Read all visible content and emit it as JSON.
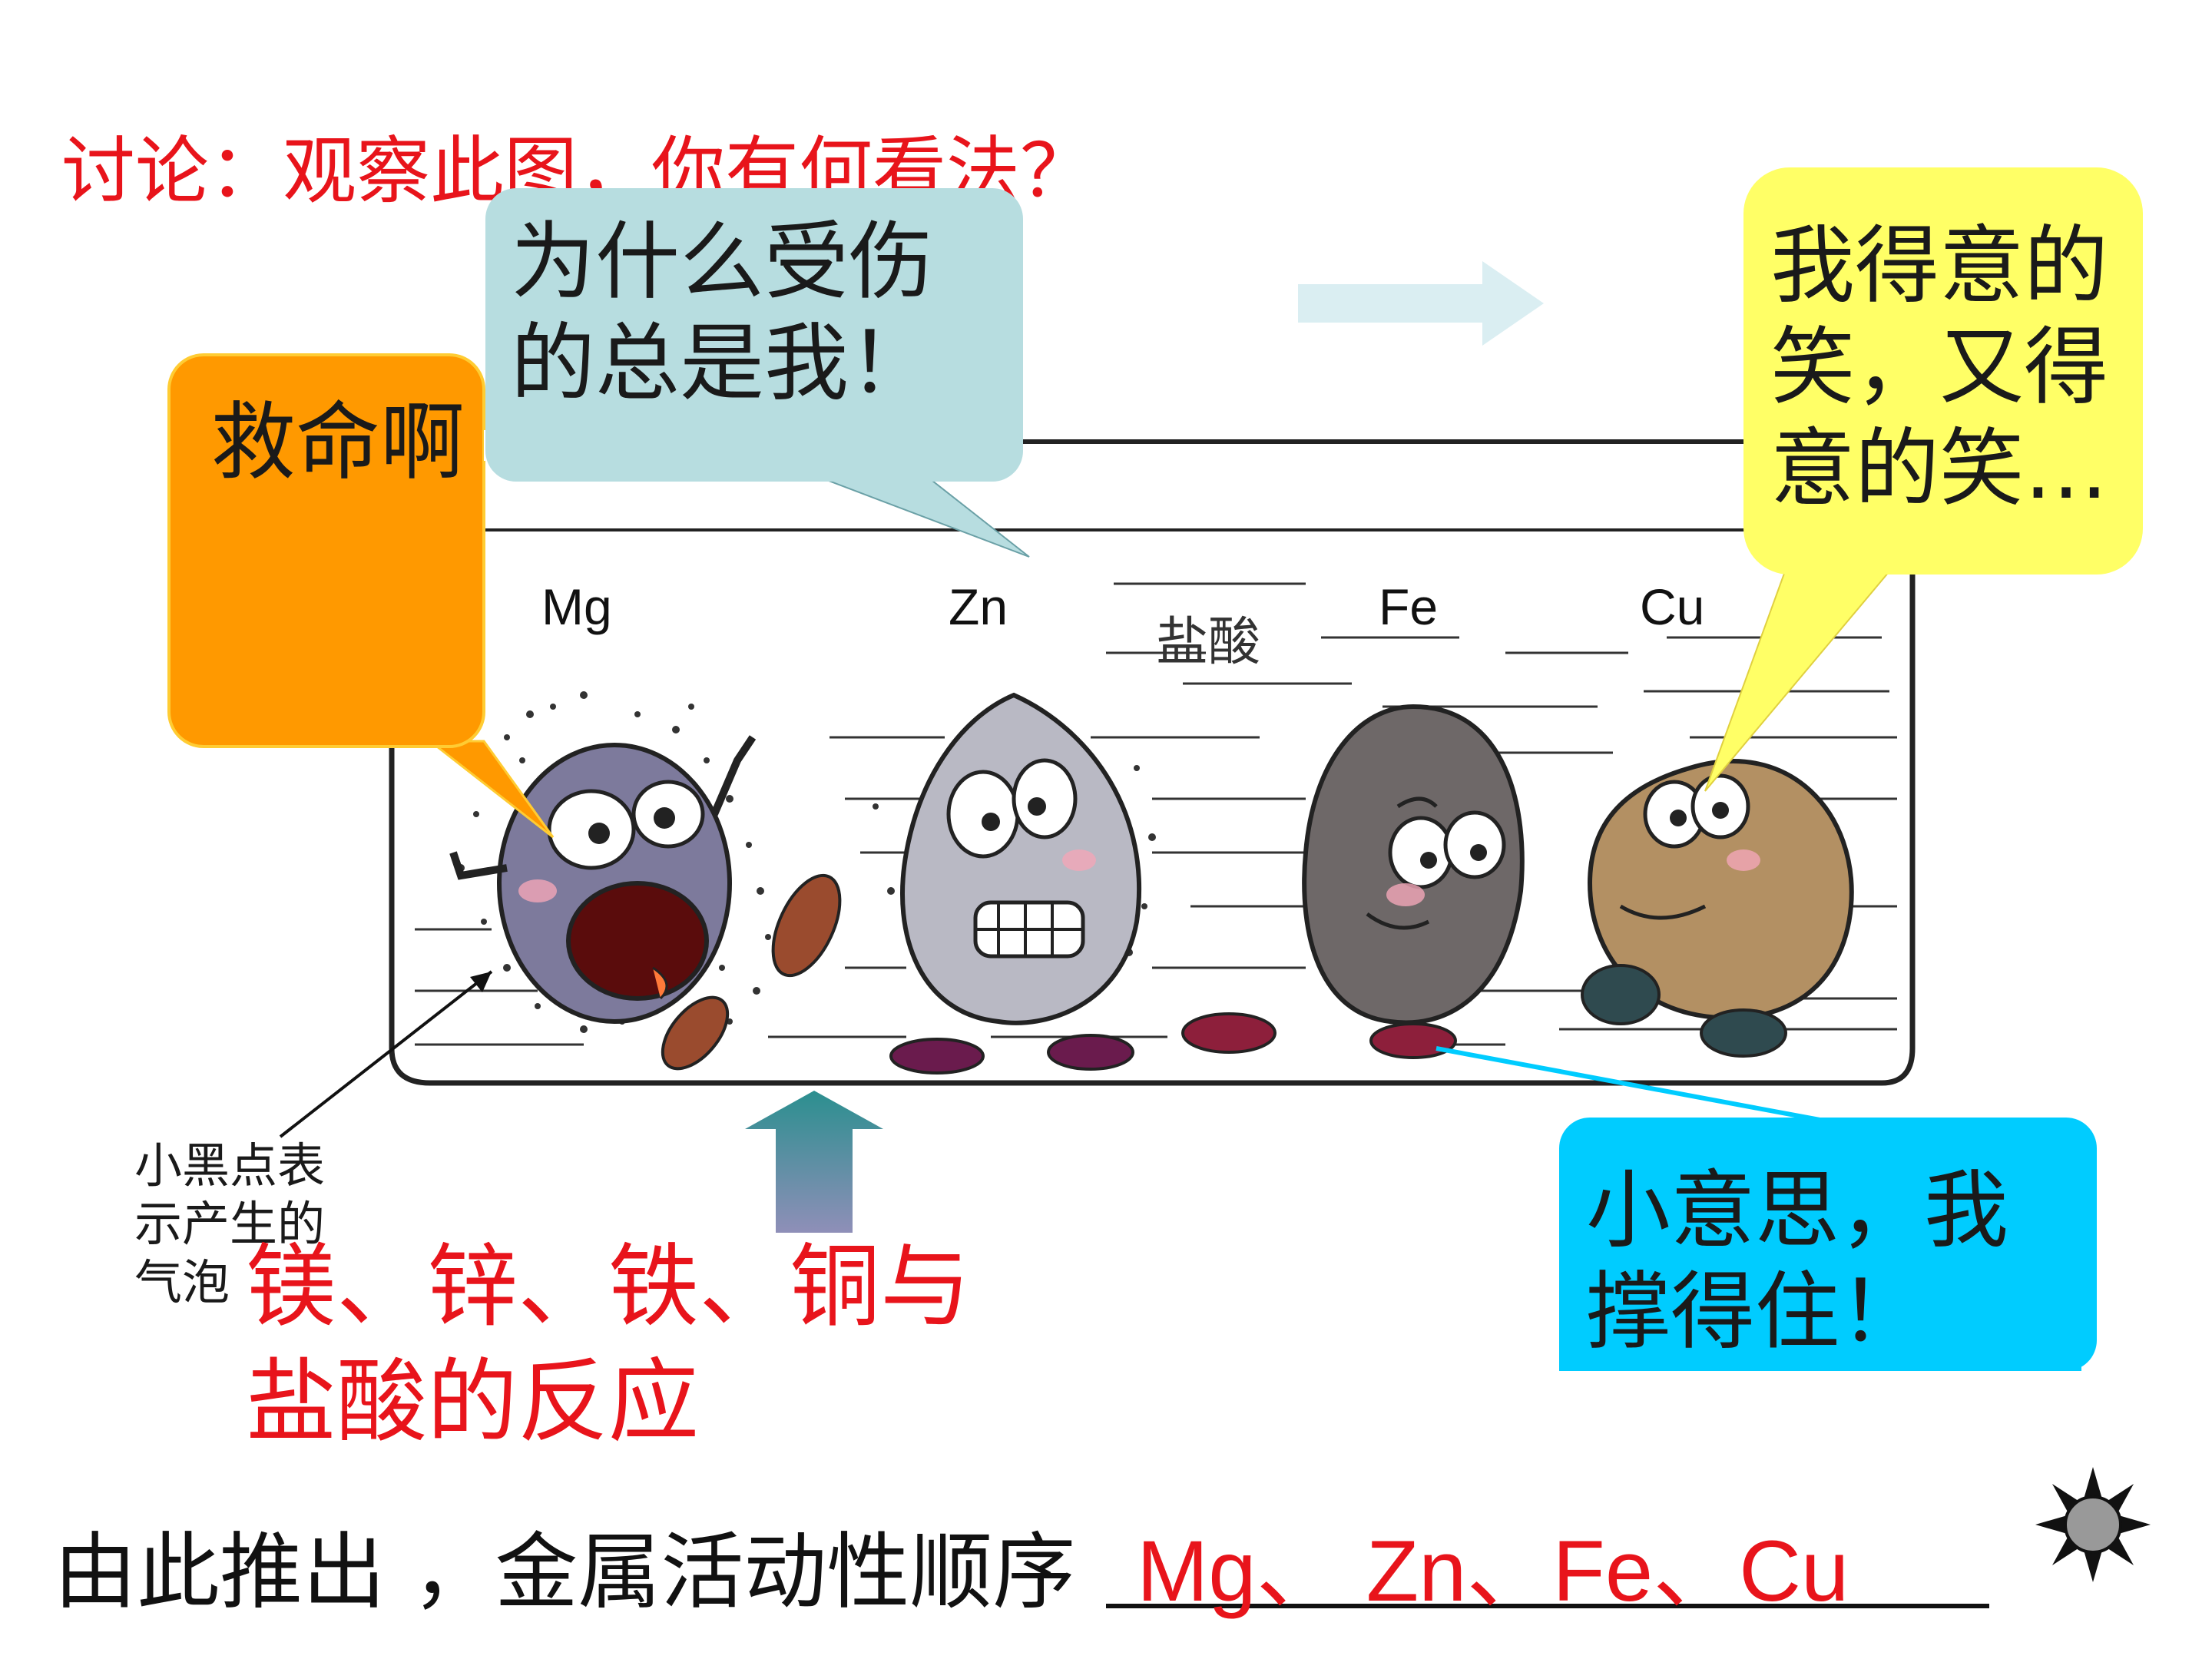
{
  "discussion_prompt": "讨论：观察此图，你有何看法？",
  "bubbles": {
    "mg_line1": "救命啊",
    "zn_line1": "为什么受伤",
    "zn_line2": "的总是我！",
    "cu_line1": "我得意的",
    "cu_line2": "笑，又得",
    "cu_line3": "意的笑…",
    "fe_line1": "小意思，我",
    "fe_line2": "撑得住！"
  },
  "beaker": {
    "liquid_label": "盐酸",
    "metals": [
      "Mg",
      "Zn",
      "Fe",
      "Cu"
    ]
  },
  "bubbles_note": {
    "line1": "小黑点表",
    "line2": "示产生的",
    "line3": "气泡"
  },
  "caption": {
    "line1": "镁、锌、铁、铜与",
    "line2": "盐酸的反应"
  },
  "conclusion": {
    "prefix": "由此推出 ，金属活动性顺序",
    "answer": "Mg、 Zn、Fe、Cu"
  },
  "colors": {
    "accent_red": "#e8141b",
    "mg_bubble": "#ff9900",
    "zn_bubble": "#b7dde0",
    "cu_bubble": "#ffff66",
    "fe_bubble": "#00ccff"
  },
  "icons": [
    "right-arrow-icon",
    "up-arrow-icon",
    "sun-icon"
  ]
}
